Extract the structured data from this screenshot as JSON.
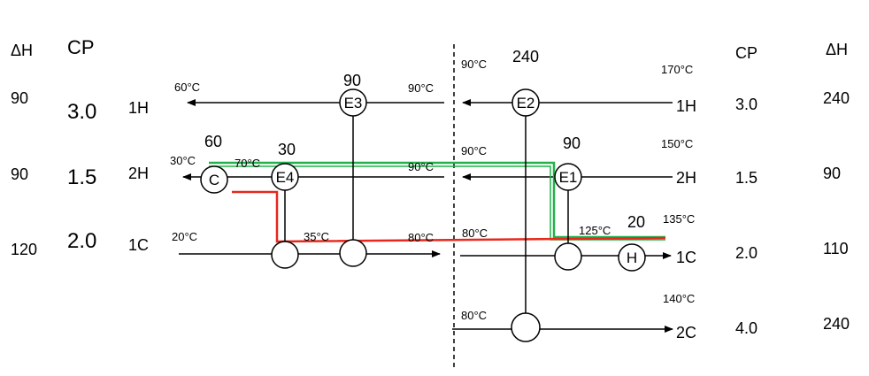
{
  "left_header": {
    "dh": "ΔH",
    "cp": "CP"
  },
  "right_header": {
    "cp": "CP",
    "dh": "ΔH"
  },
  "streams": {
    "h1": {
      "name": "1H",
      "cp_left": "3.0",
      "dh_left": "90",
      "cp_right": "3.0",
      "dh_right": "240"
    },
    "h2": {
      "name": "2H",
      "cp_left": "1.5",
      "dh_left": "90",
      "cp_right": "1.5",
      "dh_right": "90"
    },
    "c1": {
      "name": "1C",
      "cp_left": "2.0",
      "dh_left": "120",
      "cp_right": "2.0",
      "dh_right": "110"
    },
    "c2": {
      "name": "2C",
      "cp_right": "4.0",
      "dh_right": "240"
    }
  },
  "temperatures": {
    "h1_out": "60°C",
    "h1_e3_pinch": "90°C",
    "h1_pinch_top": "90°C",
    "h1_in": "170°C",
    "h2_out": "30°C",
    "h2_mid": "70°C",
    "h2_e4_pinch": "90°C",
    "h2_pinch": "90°C",
    "h2_in": "150°C",
    "c1_in": "20°C",
    "c1_mid": "35°C",
    "c1_pinch_left": "80°C",
    "c1_pinch_right": "80°C",
    "c1_mid_right": "125°C",
    "c1_out": "135°C",
    "c2_in": "80°C",
    "c2_out": "140°C"
  },
  "exchangers": {
    "e1": "E1",
    "e2": "E2",
    "e3": "E3",
    "e4": "E4",
    "cooler": "C",
    "heater": "H"
  },
  "duties": {
    "e2": "240",
    "e1": "90",
    "e3": "90",
    "e4": "30",
    "cooler": "60",
    "heater": "20"
  },
  "colors": {
    "green_path": "#22b14c",
    "red_path": "#e8281c",
    "line": "#000000"
  }
}
